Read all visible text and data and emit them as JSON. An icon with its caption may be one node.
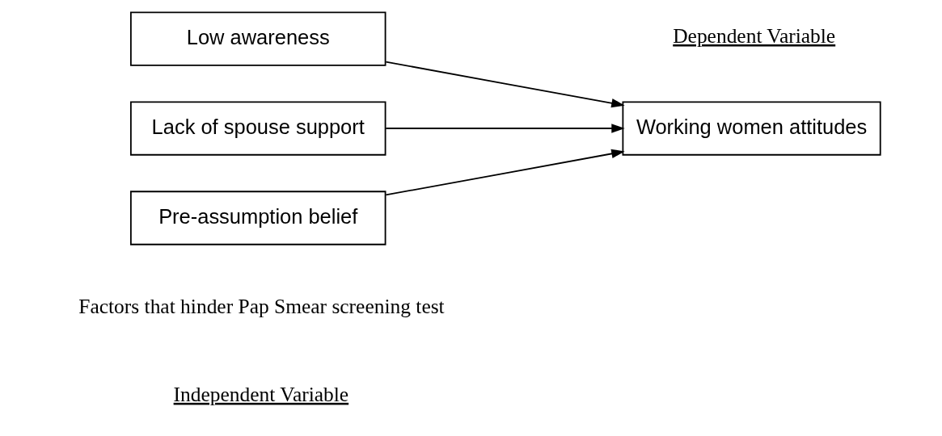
{
  "diagram": {
    "nodes": [
      {
        "text": [
          "Low awareness"
        ]
      },
      {
        "text": [
          "Lack of spouse support"
        ]
      },
      {
        "text": [
          "Pre-assumption belief"
        ]
      },
      {
        "text": [
          "Working women attitudes"
        ]
      }
    ],
    "edges": [
      {
        "from": 0,
        "to": 3,
        "arrow": "to"
      },
      {
        "from": 1,
        "to": 3,
        "arrow": "to"
      },
      {
        "from": 2,
        "to": 3,
        "arrow": "to"
      }
    ],
    "labels": [
      "Independent Variable",
      "Dependent Variable",
      "Factors that hinder Pap Smear screening test"
    ]
  }
}
